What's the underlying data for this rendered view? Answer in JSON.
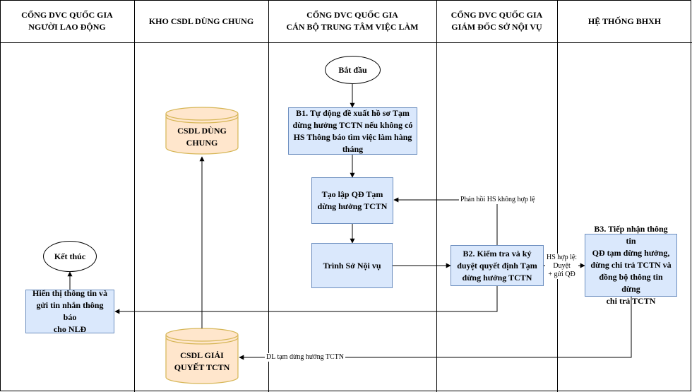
{
  "lanes": [
    {
      "title": "CỔNG DVC QUỐC GIA\nNGƯỜI LAO ĐỘNG"
    },
    {
      "title": "KHO CSDL DÙNG CHUNG"
    },
    {
      "title": "CỔNG DVC QUỐC GIA\nCÁN BỘ TRUNG TÂM VIỆC LÀM"
    },
    {
      "title": "CỔNG DVC QUỐC GIA\nGIÁM ĐỐC SỞ NỘI VỤ"
    },
    {
      "title": "HỆ THỐNG BHXH"
    }
  ],
  "nodes": {
    "start": "Bắt đầu",
    "end": "Kết thúc",
    "b1": "B1. Tự động đề xuất hồ sơ Tạm\ndừng hưởng TCTN nếu không có\nHS Thông báo tìm việc làm hàng\ntháng",
    "create_decision": "Tạo lập QĐ Tạm\ndừng hưởng TCTN",
    "submit": "Trình Sở Nội vụ",
    "b2": "B2. Kiểm tra và ký\nduyệt quyết định Tạm\ndừng hưởng TCTN",
    "b3": "B3. Tiếp nhận thông tin\nQĐ tạm dừng hưởng,\ndừng chi trả TCTN và\nđồng bộ thông tin dừng\nchi trả TCTN",
    "display_notify": "Hiển thị thông tin và\ngửi tin nhắn thông báo\ncho NLĐ",
    "db_shared": "CSDL DÙNG\nCHUNG",
    "db_resolve": "CSDL GIẢI\nQUYẾT TCTN"
  },
  "edge_labels": {
    "invalid_feedback": "Phản hồi HS không hợp lệ",
    "valid": "HS hợp lệ:\nDuyệt\n+ gửi QĐ",
    "dl_pause": "DL tạm dừng hưởng TCTN"
  },
  "colors": {
    "process_fill": "#dae8fc",
    "process_stroke": "#6c8ebf",
    "db_fill": "#ffe6cc",
    "db_stroke": "#d6b656"
  }
}
